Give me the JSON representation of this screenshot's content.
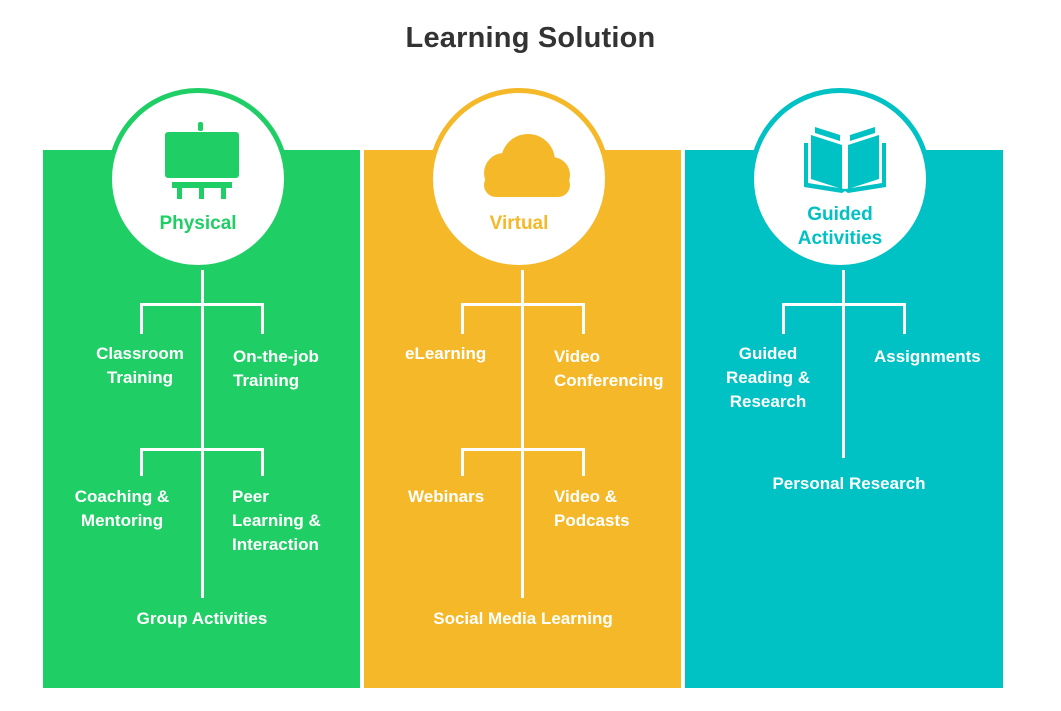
{
  "title": "Learning Solution",
  "colors": {
    "physical": "#1fcf66",
    "virtual": "#f4b829",
    "guided": "#00c1c3",
    "title": "#333333"
  },
  "columns": [
    {
      "label": "Physical",
      "icon": "easel-board-icon",
      "items": [
        "Classroom\nTraining",
        "On-the-job\nTraining",
        "Coaching &\nMentoring",
        "Peer\nLearning &\nInteraction",
        "Group Activities"
      ]
    },
    {
      "label": "Virtual",
      "icon": "cloud-icon",
      "items": [
        "eLearning",
        "Video\nConferencing",
        "Webinars",
        "Video &\nPodcasts",
        "Social Media Learning"
      ]
    },
    {
      "label": "Guided\nActivities",
      "icon": "open-book-icon",
      "items": [
        "Guided\nReading &\nResearch",
        "Assignments",
        "Personal Research"
      ]
    }
  ]
}
